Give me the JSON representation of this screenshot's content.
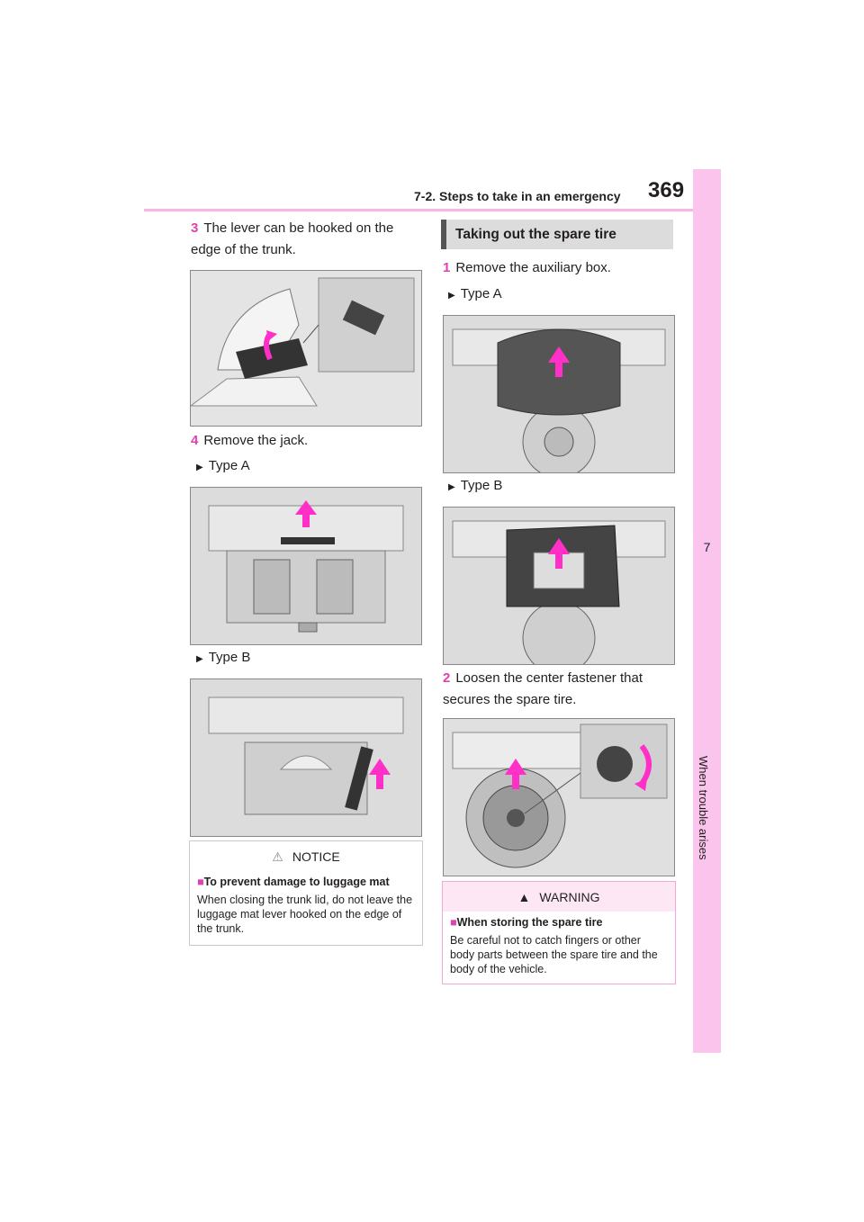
{
  "header": {
    "section": "7-2. Steps to take in an emergency",
    "page_number": "369"
  },
  "sidebar": {
    "chapter_number": "7",
    "chapter_title": "When trouble arises"
  },
  "left_column": {
    "step3": {
      "num": "3",
      "text": "The lever can be hooked on the edge of the trunk."
    },
    "step4": {
      "num": "4",
      "text": "Remove the jack."
    },
    "type_a": "Type A",
    "type_b": "Type B",
    "notice": {
      "title": "NOTICE",
      "subtitle": "To prevent damage to luggage mat",
      "text": "When closing the trunk lid, do not leave the luggage mat lever hooked on the edge of the trunk."
    }
  },
  "right_column": {
    "heading": "Taking out the spare tire",
    "step1": {
      "num": "1",
      "text": "Remove the auxiliary box."
    },
    "type_a": "Type A",
    "type_b": "Type B",
    "step2": {
      "num": "2",
      "text": "Loosen the center fastener that secures the spare tire."
    },
    "warning": {
      "title": "WARNING",
      "subtitle": "When storing the spare tire",
      "text": "Be careful not to catch fingers or other body parts between the spare tire and the body of the vehicle."
    }
  },
  "icons": {
    "type_marker": "triangle-right-icon",
    "box_marker": "square-bullet-icon",
    "notice": "caution-triangle-outline-icon",
    "warning": "caution-triangle-filled-icon",
    "arrow": "magenta-arrow-icon"
  },
  "colors": {
    "accent": "#e040b0",
    "sidebar": "#fbc4ec",
    "header_line": "#f7b4e4",
    "arrow": "#ff2fc8"
  }
}
